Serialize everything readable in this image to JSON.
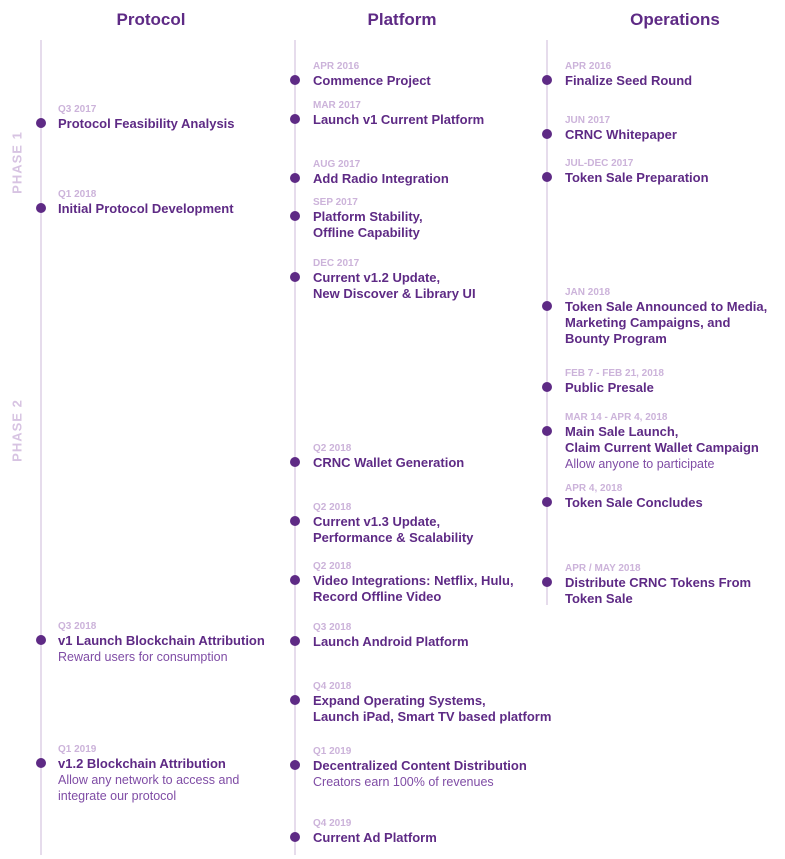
{
  "columns": {
    "protocol": {
      "title": "Protocol",
      "events": [
        {
          "date": "Q3 2017",
          "title": [
            "Protocol Feasibility Analysis"
          ],
          "desc": []
        },
        {
          "date": "Q1 2018",
          "title": [
            "Initial Protocol Development"
          ],
          "desc": []
        },
        {
          "date": "Q3 2018",
          "title": [
            "v1 Launch Blockchain Attribution"
          ],
          "desc": [
            "Reward users for consumption"
          ]
        },
        {
          "date": "Q1 2019",
          "title": [
            "v1.2 Blockchain Attribution"
          ],
          "desc": [
            "Allow any network to access and",
            "integrate our protocol"
          ]
        }
      ]
    },
    "platform": {
      "title": "Platform",
      "events": [
        {
          "date": "APR 2016",
          "title": [
            "Commence Project"
          ],
          "desc": []
        },
        {
          "date": "MAR 2017",
          "title": [
            "Launch v1 Current Platform"
          ],
          "desc": []
        },
        {
          "date": "AUG 2017",
          "title": [
            "Add Radio Integration"
          ],
          "desc": []
        },
        {
          "date": "SEP 2017",
          "title": [
            "Platform Stability,",
            "Offline Capability"
          ],
          "desc": []
        },
        {
          "date": "DEC 2017",
          "title": [
            "Current v1.2 Update,",
            "New Discover & Library UI"
          ],
          "desc": []
        },
        {
          "date": "Q2 2018",
          "title": [
            "CRNC Wallet Generation"
          ],
          "desc": []
        },
        {
          "date": "Q2 2018",
          "title": [
            "Current v1.3 Update,",
            "Performance & Scalability"
          ],
          "desc": []
        },
        {
          "date": "Q2 2018",
          "title": [
            "Video Integrations: Netflix, Hulu,",
            "Record Offline Video"
          ],
          "desc": []
        },
        {
          "date": "Q3 2018",
          "title": [
            "Launch Android Platform"
          ],
          "desc": []
        },
        {
          "date": "Q4 2018",
          "title": [
            "Expand Operating Systems,",
            "Launch iPad, Smart TV based platform"
          ],
          "desc": []
        },
        {
          "date": "Q1 2019",
          "title": [
            "Decentralized Content Distribution"
          ],
          "desc": [
            "Creators earn 100% of revenues"
          ]
        },
        {
          "date": "Q4 2019",
          "title": [
            "Current Ad Platform"
          ],
          "desc": []
        }
      ]
    },
    "operations": {
      "title": "Operations",
      "events": [
        {
          "date": "APR 2016",
          "title": [
            "Finalize Seed Round"
          ],
          "desc": []
        },
        {
          "date": "JUN 2017",
          "title": [
            "CRNC Whitepaper"
          ],
          "desc": []
        },
        {
          "date": "JUL-DEC 2017",
          "title": [
            "Token Sale Preparation"
          ],
          "desc": []
        },
        {
          "date": "JAN 2018",
          "title": [
            "Token Sale Announced to Media,",
            "Marketing Campaigns, and",
            "Bounty Program"
          ],
          "desc": []
        },
        {
          "date": "FEB 7 - FEB 21, 2018",
          "title": [
            "Public Presale"
          ],
          "desc": []
        },
        {
          "date": "MAR 14 - APR 4, 2018",
          "title": [
            "Main Sale Launch,",
            "Claim Current Wallet Campaign"
          ],
          "desc": [
            "Allow anyone to participate"
          ]
        },
        {
          "date": "APR 4, 2018",
          "title": [
            "Token Sale Concludes"
          ],
          "desc": []
        },
        {
          "date": "APR / MAY 2018",
          "title": [
            "Distribute CRNC Tokens From",
            "Token Sale"
          ],
          "desc": []
        }
      ]
    }
  },
  "phases": {
    "phase1": "PHASE 1",
    "phase2": "PHASE 2"
  },
  "colors": {
    "accent": "#5e2a85",
    "date": "#ccb3da",
    "phase": "#d7c3e2",
    "line": "#e6dcec"
  }
}
